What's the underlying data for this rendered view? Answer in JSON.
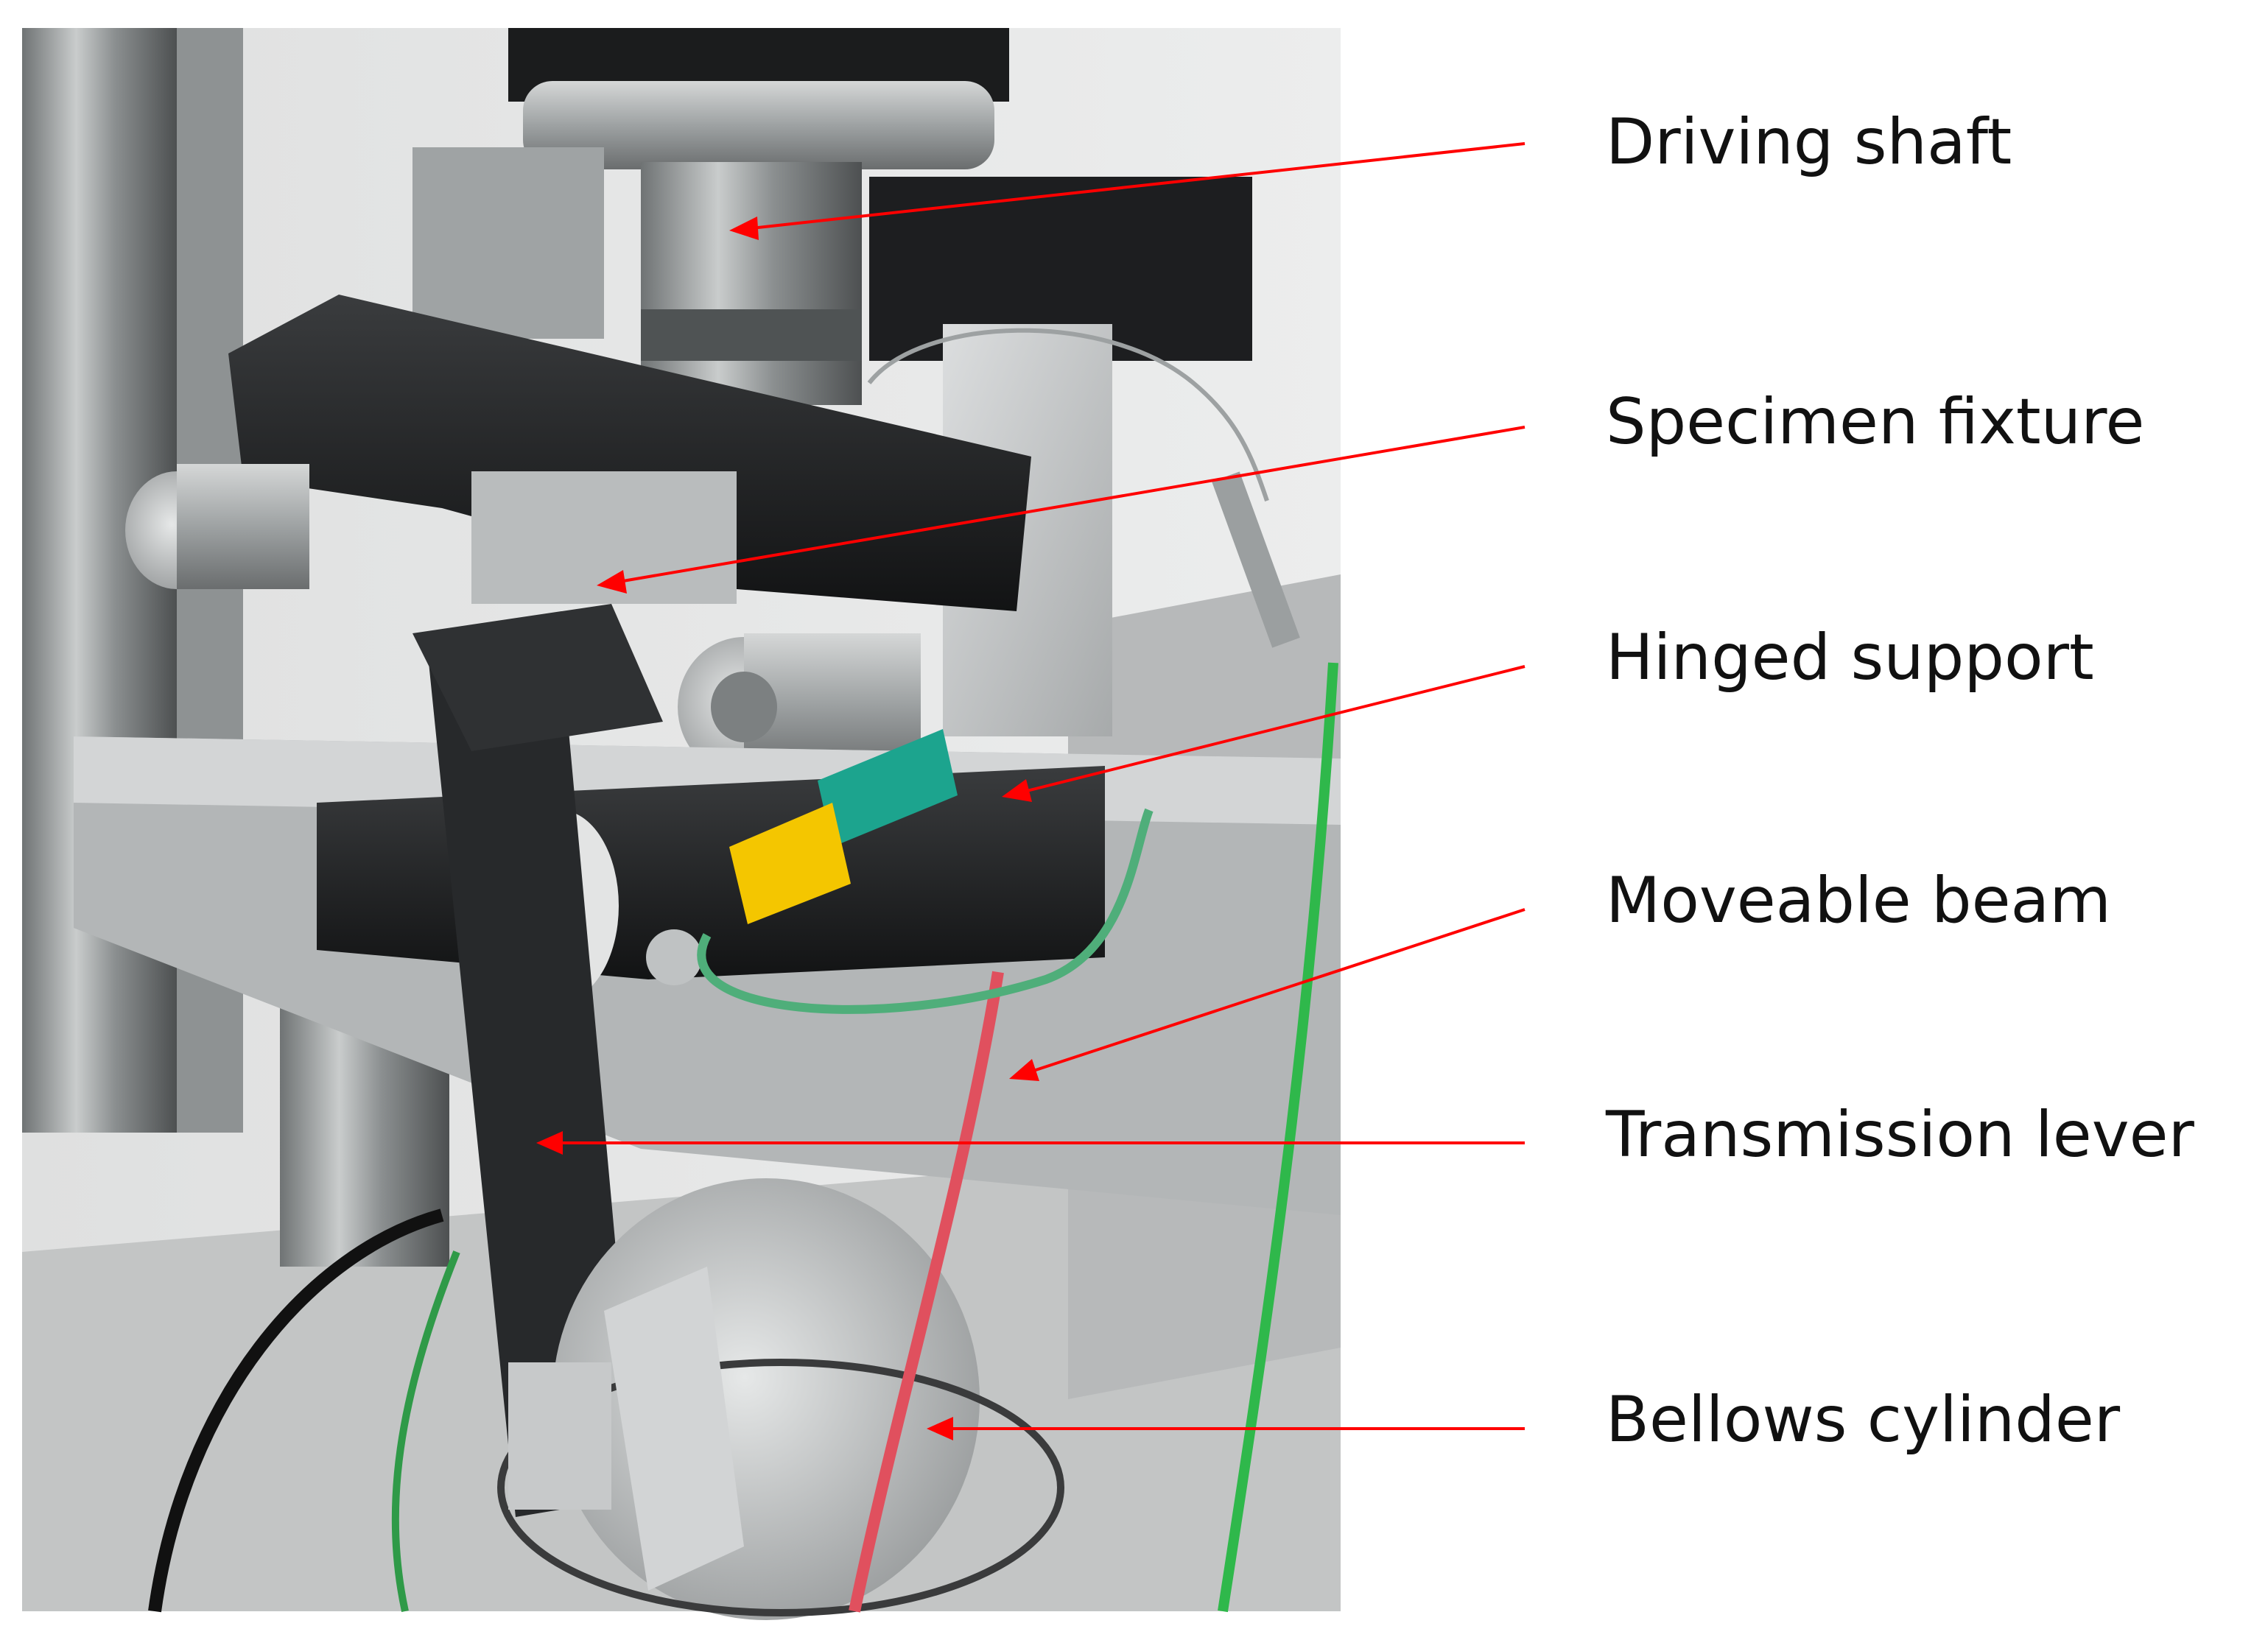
{
  "labels": {
    "driving_shaft": "Driving shaft",
    "specimen_fixture": "Specimen fixture",
    "hinged_support": "Hinged support",
    "moveable_beam": "Moveable beam",
    "transmission_lever": "Transmission lever",
    "bellows_cylinder": "Bellows cylinder"
  },
  "colors": {
    "arrow": "#ff0000",
    "label_text": "#111111",
    "background": "#ffffff"
  }
}
